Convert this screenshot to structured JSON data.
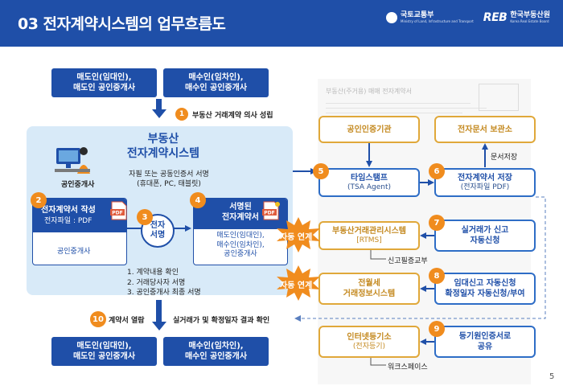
{
  "header": {
    "title": "03  전자계약시스템의 업무흐름도",
    "logo_ministry": "국토교통부",
    "logo_ministry_sub": "Ministry of Land, Infrastructure and Transport",
    "logo_reb_mark": "REB",
    "logo_reb": "한국부동산원",
    "logo_reb_sub": "Korea Real Estate Board"
  },
  "top_parties": {
    "left": {
      "line1": "매도인(임대인),",
      "line2": "매도인 공인중개사"
    },
    "right": {
      "line1": "매수인(임차인),",
      "line2": "매수인 공인중개사"
    }
  },
  "bottom_parties": {
    "left": {
      "line1": "매도인(임대인),",
      "line2": "매도인 공인중개사"
    },
    "right": {
      "line1": "매수인(임차인),",
      "line2": "매수인 공인중개사"
    }
  },
  "steps": {
    "s1": {
      "num": "1",
      "label": "부동산 거래계약 의사 성립"
    },
    "s2": {
      "num": "2",
      "title": "전자계약서 작성",
      "sub": "전자파일 : PDF"
    },
    "s3": {
      "num": "3",
      "line1": "전자",
      "line2": "서명"
    },
    "s4": {
      "num": "4",
      "line1": "서명된",
      "line2": "전자계약서"
    },
    "s5": {
      "num": "5",
      "title": "타임스탬프",
      "sub": "(TSA Agent)"
    },
    "s6": {
      "num": "6",
      "title": "전자계약서 저장",
      "sub": "(전자파일 PDF)"
    },
    "s7": {
      "num": "7",
      "line1": "실거래가 신고",
      "line2": "자동신청"
    },
    "s8": {
      "num": "8",
      "line1": "임대신고 자동신청",
      "line2": "확정일자 자동신청/부여"
    },
    "s9": {
      "num": "9",
      "line1": "등기원인증서로",
      "line2": "공유"
    },
    "s10": {
      "num": "10",
      "label": "계약서 열람",
      "label2": "실거래가 및 확정일자 결과 확인"
    }
  },
  "system": {
    "title_line1": "부동산",
    "title_line2": "전자계약시스템",
    "agent_label": "공인중개사",
    "agent_label2": "공인중개사",
    "sign_note_line1": "자필 또는 공동인증서 서명",
    "sign_note_line2": "(휴대폰, PC, 태블릿)",
    "signers_line1": "매도인(임대인),",
    "signers_line2": "매수인(임차인),",
    "signers_line3": "공인중개사",
    "pdf_icon": "PDF",
    "checklist": [
      "1. 계약내용 확인",
      "2. 거래당사자 서명",
      "3. 공인중개사 최종 서명"
    ]
  },
  "orgs": {
    "cert_authority": "공인인증기관",
    "doc_storage": "전자문서 보관소",
    "rtms_line1": "부동산거래관리시스템",
    "rtms_line2": "[RTMS]",
    "lease_line1": "전월세",
    "lease_line2": "거래정보시스템",
    "registry_line1": "인터넷등기소",
    "registry_line2": "(전자등기)"
  },
  "notes": {
    "doc_save": "문서저장",
    "report_cert": "신고필증교부",
    "workspace": "워크스페이스",
    "auto_link_1": "자동 연계",
    "auto_link_2": "자동 연계"
  },
  "background_doc": {
    "title": "부동산(주거용) 매매 전자계약서"
  },
  "page_number": "5",
  "colors": {
    "primary": "#1f4fa8",
    "accent_orange": "#f08c1e",
    "gold": "#e0a83a",
    "light_panel": "#d8eaf8"
  },
  "icons": [
    "down-arrow-icon",
    "right-arrow-icon",
    "person-at-computer-icon",
    "pdf-file-icon",
    "starburst-icon"
  ]
}
